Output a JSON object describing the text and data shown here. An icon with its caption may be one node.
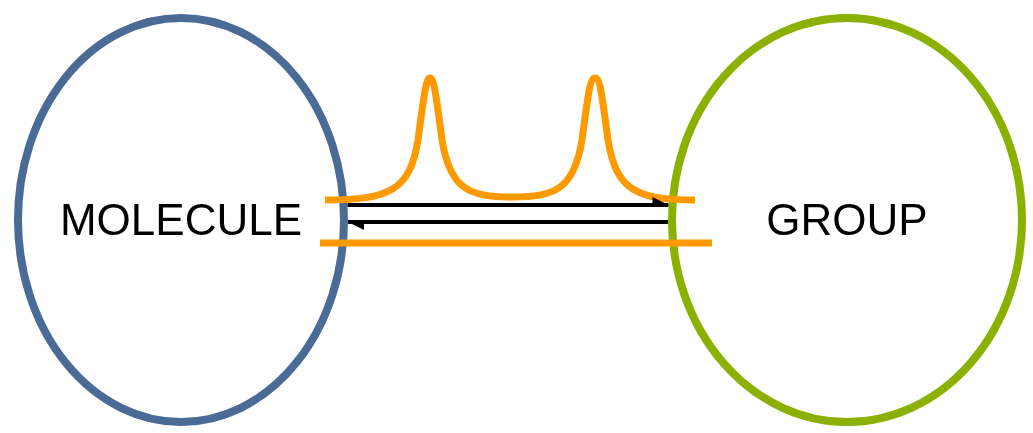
{
  "diagram": {
    "nodes": [
      {
        "text": [
          "MOLECULE"
        ]
      },
      {
        "text": [
          "GROUP"
        ]
      }
    ],
    "edges": [
      {
        "from": 0,
        "to": 1,
        "arrow": "to"
      },
      {
        "from": 1,
        "to": 0,
        "arrow": "to"
      }
    ]
  }
}
